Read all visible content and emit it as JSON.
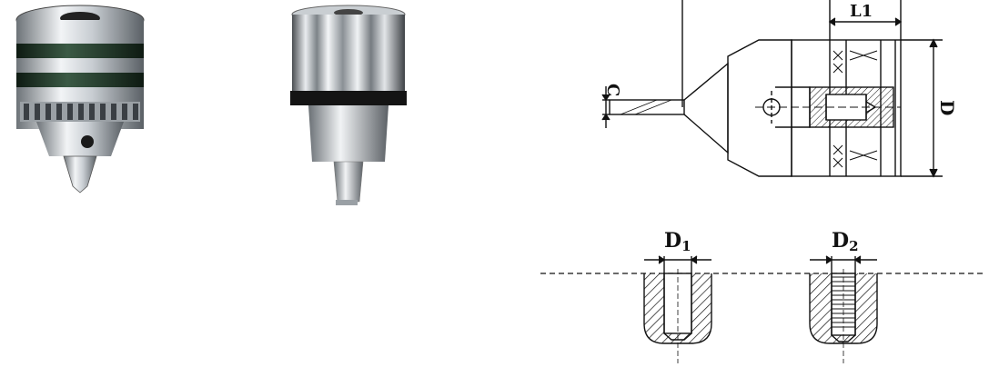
{
  "labels": {
    "c": "C",
    "d": "D",
    "l1": "L1",
    "d1_main": "D",
    "d1_sub": "1",
    "d2_main": "D",
    "d2_sub": "2"
  },
  "icons": {
    "chuck_keyed": "keyed-drill-chuck-photo",
    "chuck_keyless": "keyless-drill-chuck-photo"
  },
  "colors": {
    "line": "#111111",
    "metal_light": "#e6e9ec",
    "metal_dark": "#2a2d30",
    "band_green": "#1e3a2a"
  }
}
